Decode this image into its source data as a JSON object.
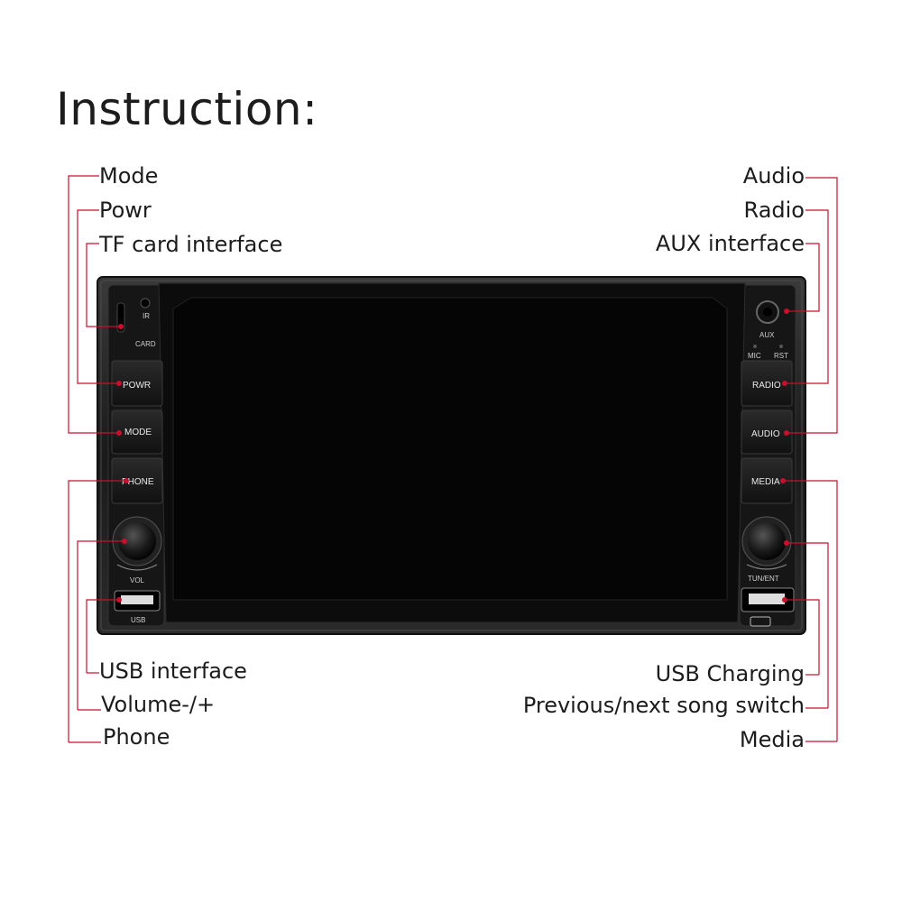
{
  "title": "Instruction:",
  "accent_color": "#c8102e",
  "left_labels": {
    "mode": "Mode",
    "power": "Powr",
    "tf_card": "TF card interface",
    "usb_interface": "USB interface",
    "volume": "Volume-/+",
    "phone": "Phone"
  },
  "right_labels": {
    "audio": "Audio",
    "radio": "Radio",
    "aux_interface": "AUX interface",
    "usb_charging": "USB Charging",
    "prev_next": "Previous/next song switch",
    "media": "Media"
  },
  "unit_text": {
    "ir": "IR",
    "card": "CARD",
    "powr": "POWR",
    "mode": "MODE",
    "phone": "PHONE",
    "vol": "VOL",
    "usb": "USB",
    "aux": "AUX",
    "mic": "MIC",
    "rst": "RST",
    "radio": "RADIO",
    "audio": "AUDIO",
    "media": "MEDIA",
    "tun_ent": "TUN/ENT"
  }
}
